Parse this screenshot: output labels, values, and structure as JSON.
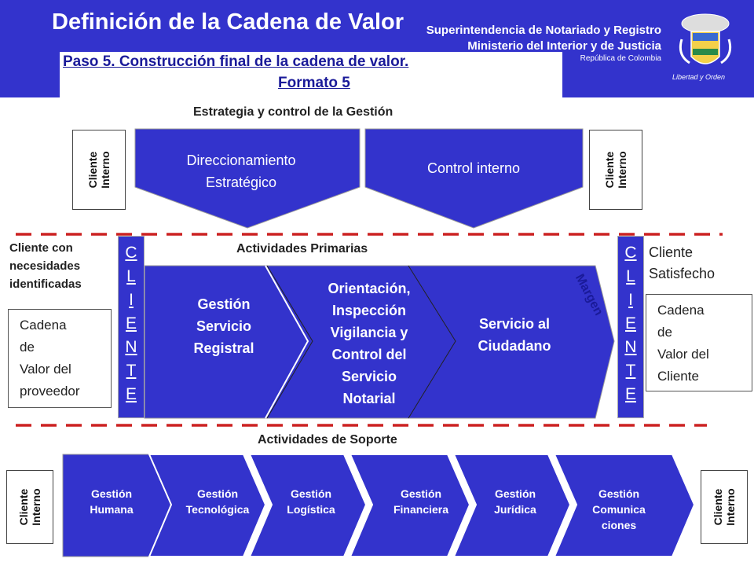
{
  "header": {
    "title": "Definición de la Cadena de Valor",
    "org_line1": "Superintendencia de Notariado y Registro",
    "org_line2": "Ministerio del Interior y de Justicia",
    "org_line3": "República de Colombia",
    "motto": "Libertad y Orden",
    "subtitle": "Paso 5.  Construcción final de la cadena de valor.",
    "subtitle2": "Formato 5"
  },
  "strategy": {
    "heading": "Estrategia y control de la Gestión",
    "left_box": "Direccionamiento\nEstratégico",
    "right_box": "Control interno",
    "left_internal": "Cliente\nInterno",
    "right_internal": "Cliente\nInterno"
  },
  "primary": {
    "heading": "Actividades Primarias",
    "left_client_label": "Cliente con\nnecesidades\nidentificadas",
    "provider_box": "Cadena\nde\nValor del\nproveedor",
    "right_client_label": "Cliente\nSatisfecho",
    "client_box": "Cadena\nde\nValor del\nCliente",
    "cliente_letters": [
      "C",
      "L",
      "I",
      "E",
      "N",
      "T",
      "E"
    ],
    "margin": "Margen",
    "activities": [
      "Gestión\nServicio\nRegistral",
      "Orientación,\nInspección\nVigilancia y\nControl del\nServicio\nNotarial",
      "Servicio al\nCiudadano"
    ]
  },
  "support": {
    "heading": "Actividades de Soporte",
    "left_internal": "Cliente\nInterno",
    "right_internal": "Cliente\nInterno",
    "activities": [
      "Gestión\nHumana",
      "Gestión\nTecnológica",
      "Gestión\nLogística",
      "Gestión\nFinanciera",
      "Gestión\nJurídica",
      "Gestión\nComunica\nciones"
    ]
  },
  "colors": {
    "header_bg": "#3333cc",
    "shape_fill": "#3333cc",
    "dashed_line": "#cc2222"
  }
}
